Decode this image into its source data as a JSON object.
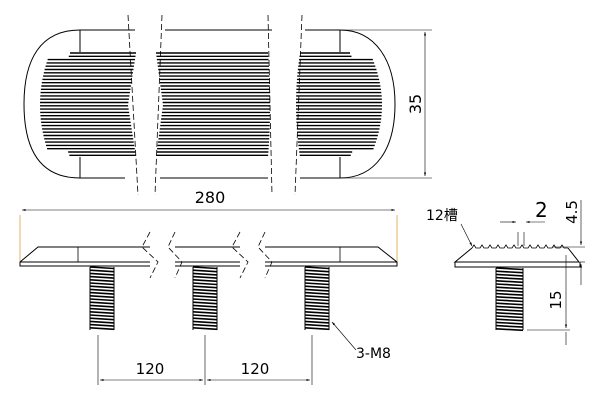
{
  "dimensions": {
    "overall_length": "280",
    "width": "35",
    "groove_pitch": "2",
    "head_height": "4.5",
    "bolt_length": "15",
    "spacing_1": "120",
    "spacing_2": "120"
  },
  "callouts": {
    "grooves": "12槽",
    "bolts": "3-M8"
  }
}
